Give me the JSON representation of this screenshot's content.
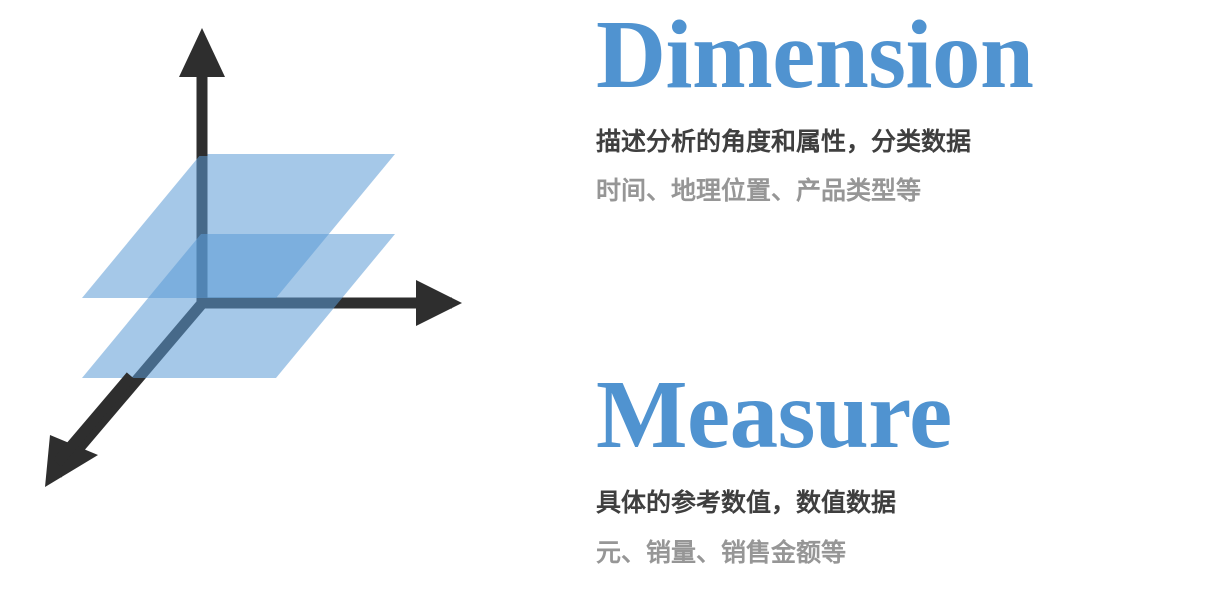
{
  "page": {
    "background_color": "#ffffff",
    "accent_color": "#5093d0",
    "primary_text_color": "#3f3f3f",
    "secondary_text_color": "#969696"
  },
  "diagram": {
    "name": "3d-axes-with-two-planes",
    "axis_color": "#2e2e2e",
    "axis_color_behind_plane": "#3c6389",
    "plane_fill": "#5b9bd5",
    "plane_opacity": 0.55,
    "plane_single_color": "#a3c8ea",
    "plane_overlap_color": "#6fa8dc",
    "axes": [
      {
        "name": "vertical-axis",
        "direction": "up"
      },
      {
        "name": "horizontal-axis",
        "direction": "right"
      },
      {
        "name": "depth-axis",
        "direction": "down-left"
      }
    ],
    "planes": [
      {
        "name": "upper-plane"
      },
      {
        "name": "lower-plane"
      }
    ]
  },
  "sections": [
    {
      "id": "dimension",
      "heading": "Dimension",
      "description": "描述分析的角度和属性，分类数据",
      "examples": "时间、地理位置、产品类型等"
    },
    {
      "id": "measure",
      "heading": "Measure",
      "description": "具体的参考数值，数值数据",
      "examples": "元、销量、销售金额等"
    }
  ]
}
